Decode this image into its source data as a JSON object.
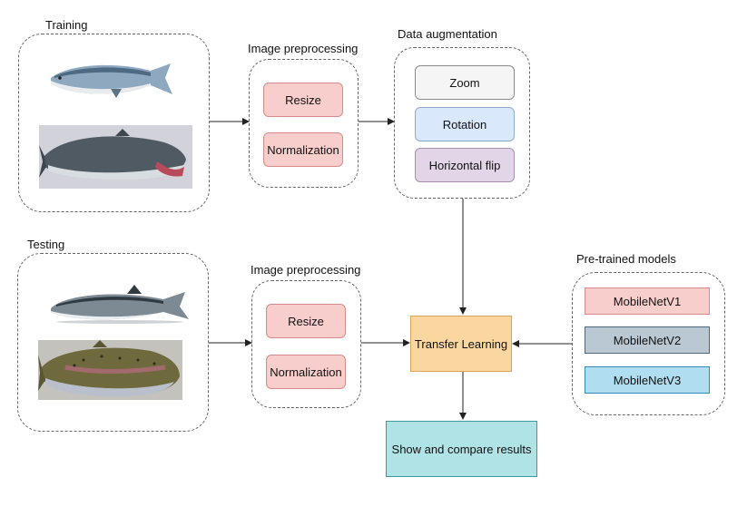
{
  "training": {
    "label": "Training",
    "preprocessing": {
      "label": "Image preprocessing",
      "steps": [
        "Resize",
        "Normalization"
      ]
    },
    "augmentation": {
      "label": "Data augmentation",
      "steps": [
        "Zoom",
        "Rotation",
        "Horizontal flip"
      ]
    }
  },
  "testing": {
    "label": "Testing",
    "preprocessing": {
      "label": "Image preprocessing",
      "steps": [
        "Resize",
        "Normalization"
      ]
    }
  },
  "transfer_learning": {
    "label": "Transfer Learning"
  },
  "results": {
    "label": "Show and compare results"
  },
  "pretrained": {
    "label": "Pre-trained models",
    "models": [
      "MobileNetV1",
      "MobileNetV2",
      "MobileNetV3"
    ]
  },
  "colors": {
    "pink": "#f8cecc",
    "grey": "#f5f5f5",
    "blue": "#dae8fc",
    "purple": "#e1d5e7",
    "orange": "#fad7a0",
    "teal": "#b0e3e6",
    "slate": "#bac8d3",
    "sky": "#b1ddf0"
  },
  "images": [
    "salmon-photo",
    "salmon-photo",
    "salmon-photo",
    "trout-photo"
  ]
}
